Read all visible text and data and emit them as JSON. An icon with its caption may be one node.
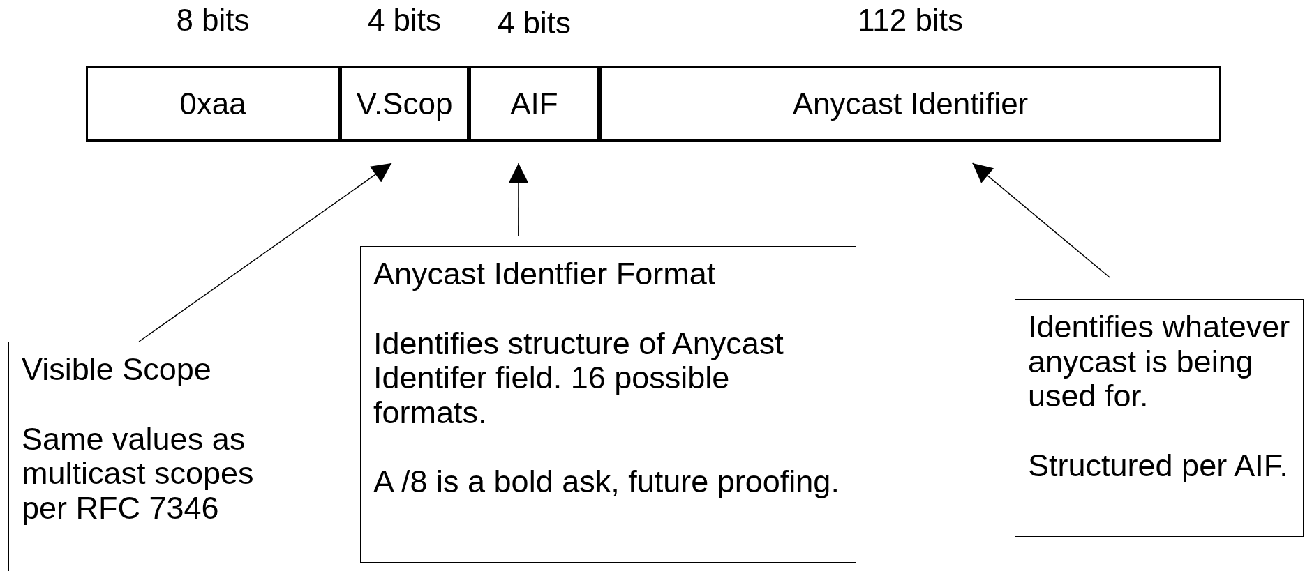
{
  "diagram": {
    "nodes": [
      {
        "text": [
          "0xaa"
        ],
        "beside": [
          "8 bits"
        ]
      },
      {
        "text": [
          "V.Scop"
        ],
        "beside": [
          "4 bits"
        ]
      },
      {
        "text": [
          "AIF"
        ],
        "beside": [
          "4 bits"
        ]
      },
      {
        "text": [
          "Anycast Identifier"
        ],
        "beside": [
          "112 bits"
        ]
      },
      {
        "text": [
          "Visible Scope",
          "Same values as multicast scopes per RFC 7346"
        ]
      },
      {
        "text": [
          "Anycast Identfier Format",
          "Identifies structure of Anycast Identifer field. 16 possible formats.",
          "A /8 is a bold ask, future proofing."
        ]
      },
      {
        "text": [
          "Identifies whatever anycast is being used for.",
          "Structured per AIF."
        ]
      }
    ],
    "edges": [
      {
        "from": 4,
        "to": 1,
        "arrow": "to"
      },
      {
        "from": 5,
        "to": 2,
        "arrow": "to"
      },
      {
        "from": 6,
        "to": 3,
        "arrow": "to"
      }
    ]
  }
}
